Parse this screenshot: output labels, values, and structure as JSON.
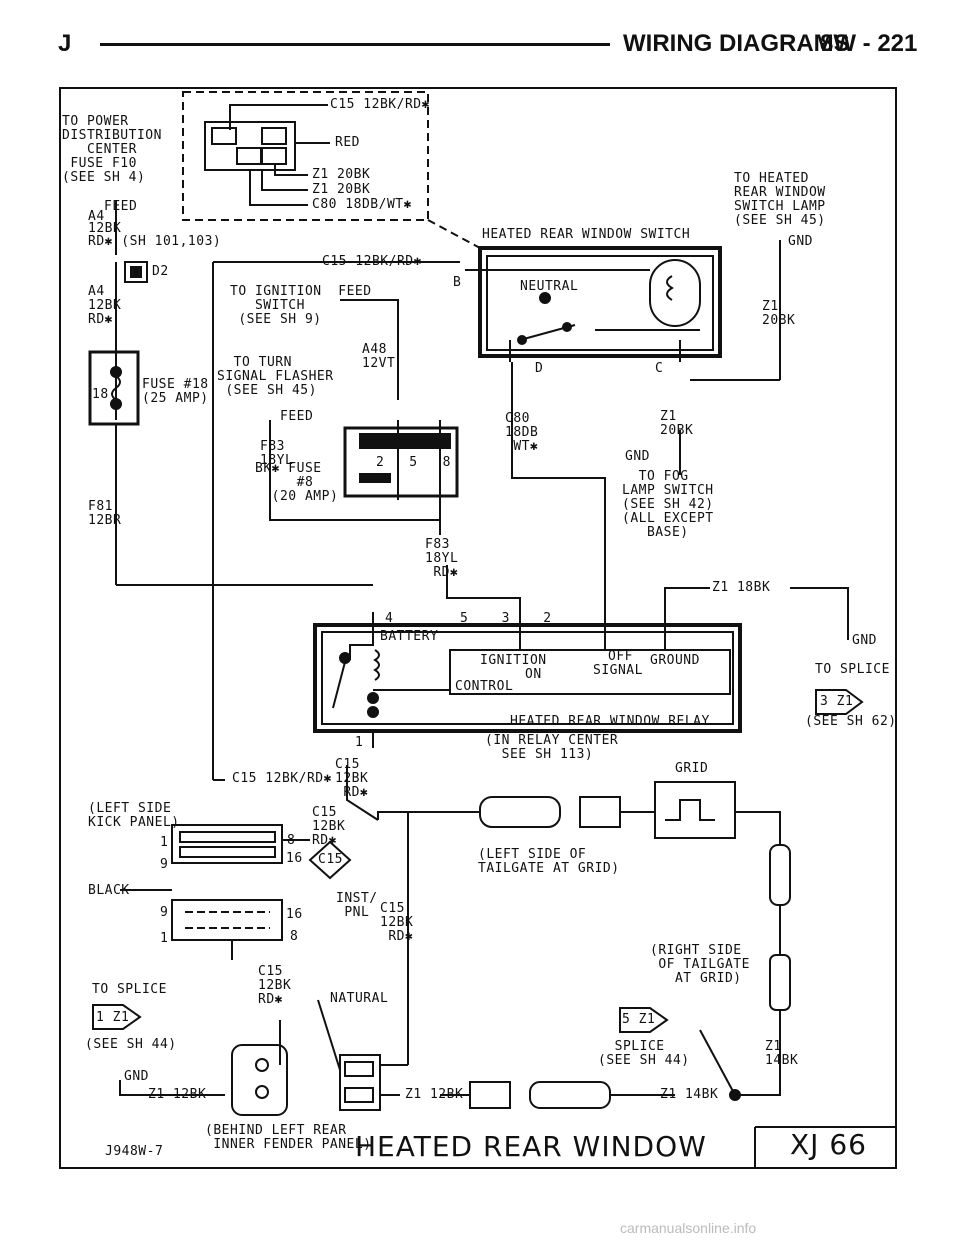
{
  "header": {
    "left": "J",
    "title": "WIRING DIAGRAMS",
    "section": "8W - 221"
  },
  "labels": {
    "c15_top": "C15 12BK/RD✱",
    "red": "RED",
    "z1_20bk_a": "Z1 20BK",
    "z1_20bk_b": "Z1 20BK",
    "c80_top": "C80 18DB/WT✱",
    "to_power": "TO POWER\nDISTRIBUTION\n   CENTER\n FUSE F10\n(SEE SH 4)",
    "feed_a4": "A4",
    "feed_word": "FEED",
    "a4_12bk": "12BK",
    "rd_sh": "RD✱ (SH 101,103)",
    "d2": "D2",
    "a4_lower": "A4\n12BK\nRD✱",
    "fuse18": "FUSE #18\n(25 AMP)",
    "fuse18_num": "18",
    "f81": "F81\n12BR",
    "to_heated": "TO HEATED\nREAR WINDOW\nSWITCH LAMP\n(SEE SH 45)",
    "gnd_tr": "GND",
    "z1_20bk_r": "Z1\n20BK",
    "hrw_switch": "HEATED REAR WINDOW SWITCH",
    "c15_mid": "C15 12BK/RD✱",
    "b_pin": "B",
    "neutral": "NEUTRAL",
    "to_ign": "TO IGNITION  FEED\n   SWITCH\n (SEE SH 9)",
    "a48": "A48\n12VT",
    "to_turn": "  TO TURN\nSIGNAL FLASHER\n (SEE SH 45)",
    "feed2": "FEED",
    "f83a": "F83\n18YL",
    "bk_fuse": "BK✱ FUSE\n     #8\n  (20 AMP)",
    "fuse_pins": "2   5   8",
    "d_pin": "D",
    "c_pin": "C",
    "c80_mid": "C80\n18DB\n WT✱",
    "z1_20bk_c": "Z1\n20BK",
    "gnd_mid": "GND",
    "to_fog": "  TO FOG\nLAMP SWITCH\n(SEE SH 42)\n(ALL EXCEPT\n   BASE)",
    "f83b": "F83\n18YL\n RD✱",
    "z1_18bk": "Z1 18BK",
    "relay_pins": "4        5    3    2",
    "battery": "BATTERY",
    "ignition": "IGNITION",
    "on": "ON",
    "off": "OFF",
    "signal": "SIGNAL",
    "ground": "GROUND",
    "control": "CONTROL",
    "relay_name": "HEATED REAR WINDOW RELAY",
    "gnd_r": "GND",
    "to_splice_r": "TO SPLICE",
    "splice_r": "3 Z1",
    "see62": "(SEE SH 62)",
    "pin1": "1",
    "in_relay": "(IN RELAY CENTER\n  SEE SH 113)",
    "c15_b": "C15\n12BK\n RD✱",
    "c15_left": "C15 12BK/RD✱",
    "grid": "GRID",
    "left_kick": "(LEFT SIDE\nKICK PANEL)",
    "c15_c": "C15\n12BK",
    "rd_8": "8  RD✱",
    "pin_1a": "1",
    "pin_9a": "9",
    "pin_16a": "16",
    "left_tailgate": "(LEFT SIDE OF\nTAILGATE AT GRID)",
    "black": "BLACK",
    "c15_conn": "C15",
    "inst_pnl": "INST/\n PNL",
    "c15_d": "C15\n12BK\n RD✱",
    "pin_9b": "9",
    "pin_1b": "1",
    "pin_16b": "16",
    "pin_8b": "8",
    "right_tailgate": "(RIGHT SIDE\n OF TAILGATE\n   AT GRID)",
    "to_splice_l": "TO SPLICE",
    "splice_l": "1 Z1",
    "c15_e": "C15\n12BK\nRD✱",
    "natural": "NATURAL",
    "see44a": "(SEE SH 44)",
    "splice_5": "5 Z1",
    "splice_see": "  SPLICE\n(SEE SH 44)",
    "z1_14bk": "Z1\n14BK",
    "gnd_l": "GND",
    "z1_12bk_a": "Z1 12BK",
    "z1_12bk_b": "Z1 12BK",
    "z1_14bk_b": "Z1 14BK",
    "behind": "(BEHIND LEFT REAR\n INNER FENDER PANEL)",
    "ref": "J948W-7",
    "title": "HEATED REAR WINDOW",
    "xj": "XJ 66"
  },
  "watermark": "carmanualsonline.info"
}
